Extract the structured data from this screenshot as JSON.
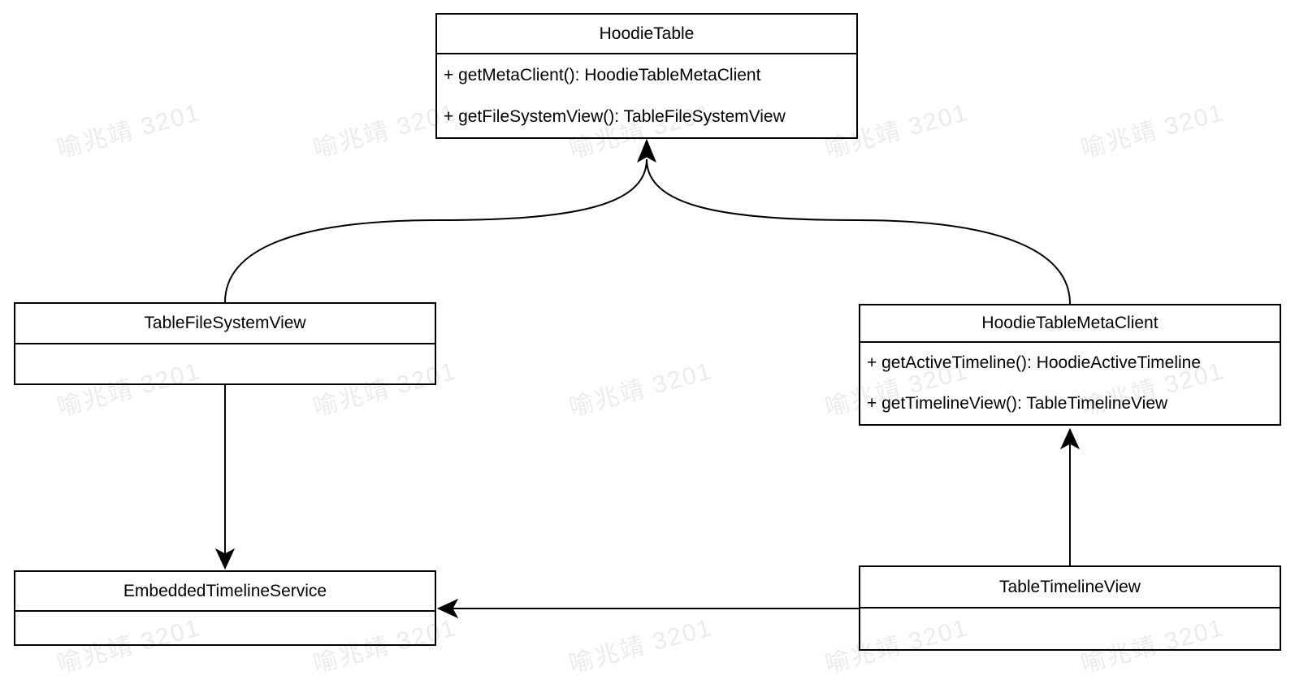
{
  "diagram": {
    "type": "uml-class-diagram",
    "classes": [
      {
        "name": "HoodieTable",
        "methods": [
          "+ getMetaClient(): HoodieTableMetaClient",
          "+ getFileSystemView(): TableFileSystemView"
        ]
      },
      {
        "name": "TableFileSystemView",
        "methods": []
      },
      {
        "name": "HoodieTableMetaClient",
        "methods": [
          "+ getActiveTimeline(): HoodieActiveTimeline",
          "+ getTimelineView(): TableTimelineView"
        ]
      },
      {
        "name": "EmbeddedTimelineService",
        "methods": []
      },
      {
        "name": "TableTimelineView",
        "methods": []
      }
    ],
    "relations": [
      {
        "from": "TableFileSystemView",
        "to": "HoodieTable",
        "style": "curved-arrow"
      },
      {
        "from": "HoodieTableMetaClient",
        "to": "HoodieTable",
        "style": "curved-arrow"
      },
      {
        "from": "TableFileSystemView",
        "to": "EmbeddedTimelineService",
        "style": "straight-arrow"
      },
      {
        "from": "TableTimelineView",
        "to": "HoodieTableMetaClient",
        "style": "straight-arrow"
      },
      {
        "from": "TableTimelineView",
        "to": "EmbeddedTimelineService",
        "style": "straight-arrow"
      }
    ],
    "watermark": {
      "text": "喻兆靖 3201",
      "color": "rgba(0,0,0,0.08)"
    },
    "colors": {
      "stroke": "#000000",
      "box_fill": "#ffffff",
      "background": "#ffffff"
    }
  }
}
